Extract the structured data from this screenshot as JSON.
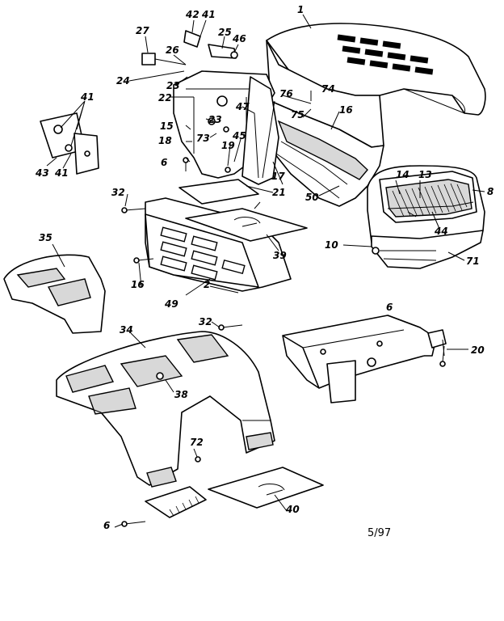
{
  "diagram": {
    "footer_code": "5/97",
    "callouts": {
      "c1": "1",
      "c2": "2",
      "c6a": "6",
      "c6b": "6",
      "c6c": "6",
      "c8": "8",
      "c10": "10",
      "c13": "13",
      "c14": "14",
      "c15": "15",
      "c16a": "16",
      "c16b": "16",
      "c17": "17",
      "c18": "18",
      "c19": "19",
      "c20": "20",
      "c21": "21",
      "c22": "22",
      "c23a": "23",
      "c23b": "23",
      "c24": "24",
      "c25": "25",
      "c26": "26",
      "c27": "27",
      "c32a": "32",
      "c32b": "32",
      "c34": "34",
      "c35": "35",
      "c38": "38",
      "c39": "39",
      "c40": "40",
      "c41a": "41",
      "c41b": "41",
      "c41c": "41",
      "c42": "42",
      "c43": "43",
      "c44": "44",
      "c45": "45",
      "c46": "46",
      "c47": "47",
      "c49": "49",
      "c50": "50",
      "c71": "71",
      "c72": "72",
      "c73": "73",
      "c74": "74",
      "c75": "75",
      "c76": "76"
    }
  }
}
